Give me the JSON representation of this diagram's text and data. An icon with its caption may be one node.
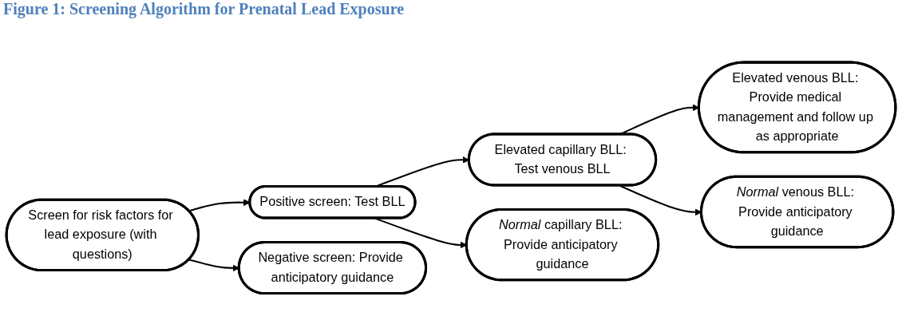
{
  "diagram": {
    "title": "Figure 1: Screening Algorithm for Prenatal Lead Exposure",
    "nodes": [
      {
        "text": [
          "Screen for risk factors for lead exposure (with questions)"
        ]
      },
      {
        "text": [
          "Positive screen: Test BLL"
        ]
      },
      {
        "text": [
          "Elevated capillary BLL: Test venous BLL"
        ]
      },
      {
        "text": [
          "Elevated venous BLL: Provide medical management and follow up as appropriate"
        ]
      },
      {
        "text": [
          "*Normal* venous BLL: Provide anticipatory guidance"
        ]
      },
      {
        "text": [
          "*Normal* capillary BLL: Provide anticipatory guidance"
        ]
      },
      {
        "text": [
          "Negative screen: Provide anticipatory guidance"
        ]
      }
    ],
    "edges": [
      {
        "from": 0,
        "to": 1,
        "arrow": "to"
      },
      {
        "from": 0,
        "to": 6,
        "arrow": "to"
      },
      {
        "from": 1,
        "to": 2,
        "arrow": "to"
      },
      {
        "from": 1,
        "to": 5,
        "arrow": "to"
      },
      {
        "from": 2,
        "to": 3,
        "arrow": "to"
      },
      {
        "from": 2,
        "to": 4,
        "arrow": "to"
      }
    ]
  }
}
